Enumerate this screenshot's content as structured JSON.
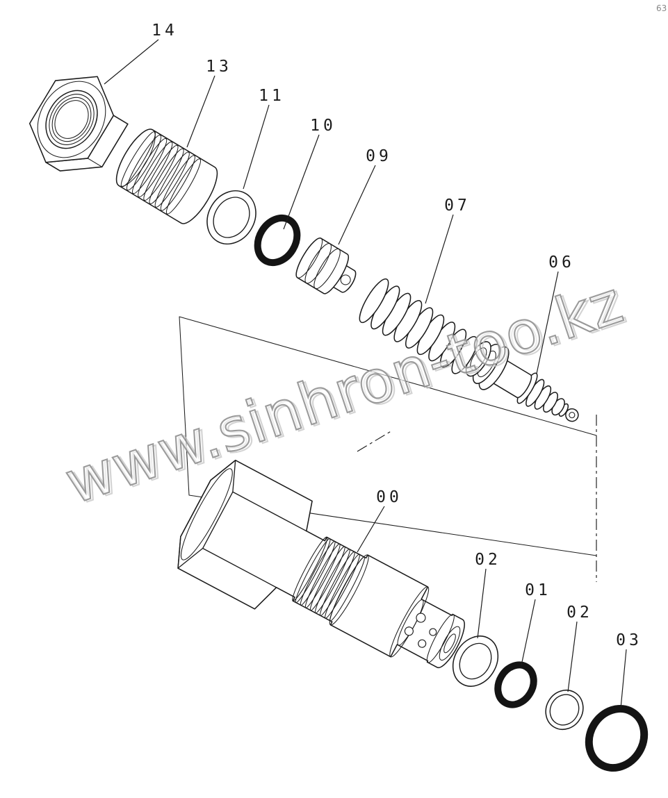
{
  "diagram": {
    "type": "exploded-parts-diagram",
    "ink_color": "#1c1c1c",
    "oring_color": "#141414",
    "watermark": {
      "text": "www.sinhron-too.kz",
      "outline_color": "#909090",
      "fill_color": "#ffffff"
    },
    "corner_mark": "63",
    "callouts": {
      "c14": "14",
      "c13": "13",
      "c11": "11",
      "c10": "10",
      "c09": "09",
      "c07": "07",
      "c06": "06",
      "c00": "00",
      "c02a": "02",
      "c01": "01",
      "c02b": "02",
      "c03": "03"
    }
  }
}
